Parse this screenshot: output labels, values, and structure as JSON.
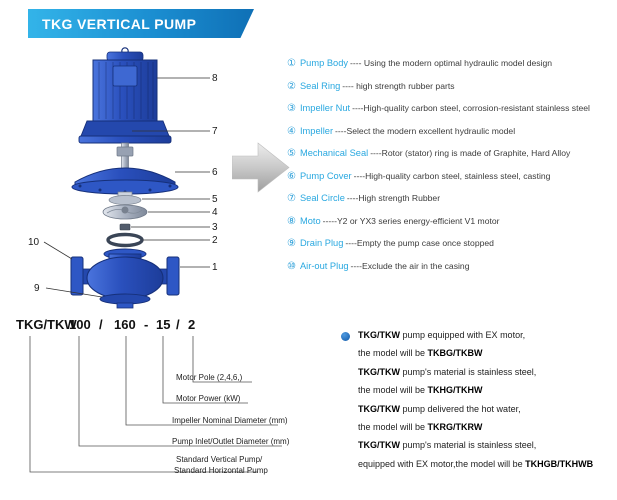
{
  "header": {
    "title": "TKG VERTICAL PUMP"
  },
  "diagram": {
    "callouts": [
      "8",
      "7",
      "6",
      "5",
      "4",
      "3",
      "2",
      "10",
      "1",
      "9"
    ]
  },
  "parts": [
    {
      "num": "①",
      "label": "Pump Body",
      "desc": "---- Using the modern optimal hydraulic model design"
    },
    {
      "num": "②",
      "label": "Seal Ring",
      "desc": "---- high strength rubber parts"
    },
    {
      "num": "③",
      "label": "Impeller Nut",
      "desc": "----High-quality carbon steel, corrosion-resistant stainless steel"
    },
    {
      "num": "④",
      "label": "Impeller",
      "desc": "----Select the modern excellent hydraulic model"
    },
    {
      "num": "⑤",
      "label": "Mechanical Seal",
      "desc": "----Rotor (stator) ring is made of Graphite, Hard Alloy"
    },
    {
      "num": "⑥",
      "label": "Pump Cover",
      "desc": "----High-quality carbon steel, stainless steel, casting"
    },
    {
      "num": "⑦",
      "label": "Seal Circle",
      "desc": "----High strength Rubber"
    },
    {
      "num": "⑧",
      "label": "Moto",
      "desc": "-----Y2 or YX3 series energy-efficient V1 motor"
    },
    {
      "num": "⑨",
      "label": "Drain Plug",
      "desc": "----Empty the pump case once stopped"
    },
    {
      "num": "⑩",
      "label": "Air-out Plug",
      "desc": "----Exclude the air in the casing"
    }
  ],
  "model_code": {
    "segments": [
      "TKG/TKW",
      "100",
      "/",
      "160",
      "-",
      "15",
      "/",
      "2"
    ],
    "labels": [
      "Motor Pole (2,4,6,)",
      "Motor Power  (kW)",
      "Impeller Nominal Diameter (mm)",
      "Pump Inlet/Outlet Diameter (mm)",
      "Standard Vertical Pump/",
      "Standard  Horizontal Pump"
    ]
  },
  "notes": {
    "lines": [
      {
        "pre": "",
        "bold": "TKG/TKW",
        "post": " pump equipped with EX motor,"
      },
      {
        "pre": "the model will be ",
        "bold": "TKBG/TKBW",
        "post": ""
      },
      {
        "pre": "",
        "bold": "TKG/TKW",
        "post": " pump's material is stainless steel,"
      },
      {
        "pre": "the model will be ",
        "bold": "TKHG/TKHW",
        "post": ""
      },
      {
        "pre": "",
        "bold": "TKG/TKW",
        "post": " pump delivered the hot water,"
      },
      {
        "pre": "the model will be ",
        "bold": "TKRG/TKRW",
        "post": ""
      },
      {
        "pre": "",
        "bold": "TKG/TKW",
        "post": " pump's material is stainless steel,"
      },
      {
        "pre": "equipped with EX motor,the model will be ",
        "bold": "TKHGB/TKHWB",
        "post": ""
      }
    ]
  },
  "colors": {
    "accent": "#29abe2",
    "banner_gradient_start": "#33b4e9",
    "banner_gradient_end": "#0f70b6",
    "pump_blue": "#2e57c5",
    "arrow_gray": "#b5b5b5",
    "part_label": "#29a8e0"
  }
}
